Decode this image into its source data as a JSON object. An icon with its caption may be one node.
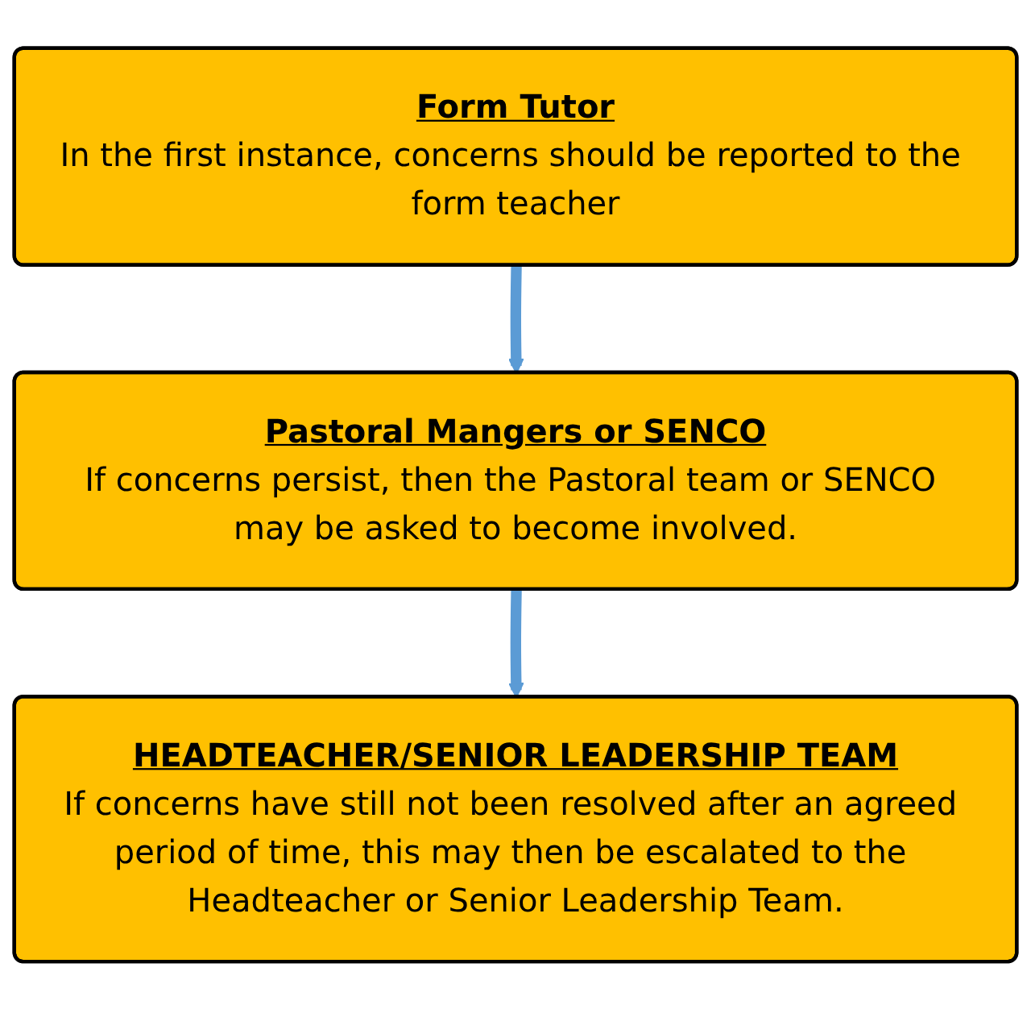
{
  "diagram": {
    "nodes": [
      {
        "text": [
          "Form Tutor",
          "In the first instance, concerns should be reported to the form teacher"
        ]
      },
      {
        "text": [
          "Pastoral Mangers or SENCO",
          "If concerns persist, then the Pastoral team or SENCO may be asked to become involved."
        ]
      },
      {
        "text": [
          "HEADTEACHER/SENIOR LEADERSHIP TEAM",
          "If concerns have still not been resolved after an agreed period of time, this may then be escalated to the Headteacher or Senior Leadership Team."
        ]
      }
    ],
    "edges": [
      {
        "from": 0,
        "to": 1,
        "arrow": "to"
      },
      {
        "from": 1,
        "to": 2,
        "arrow": "to"
      }
    ]
  }
}
